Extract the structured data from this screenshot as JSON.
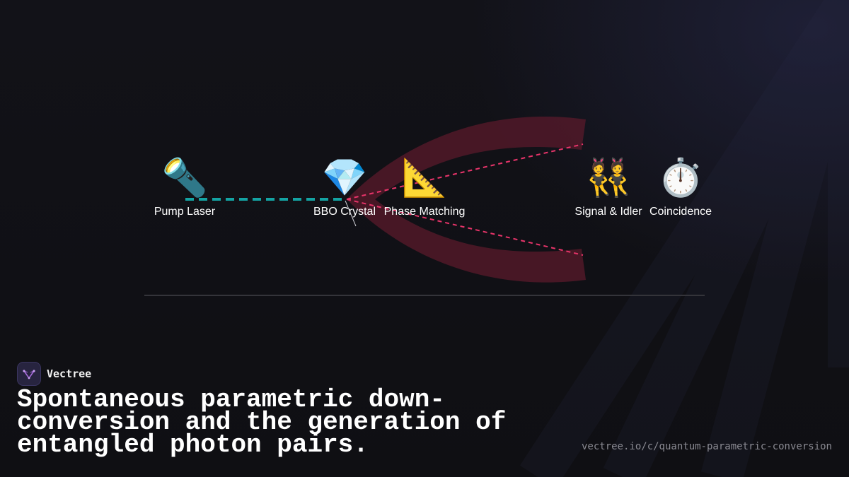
{
  "nodes": [
    {
      "id": "pump-laser",
      "emoji": "🔦",
      "label": "Pump Laser"
    },
    {
      "id": "bbo-crystal",
      "emoji": "💎",
      "label": "BBO Crystal"
    },
    {
      "id": "phase-matching",
      "emoji": "📐",
      "label": "Phase Matching"
    },
    {
      "id": "signal-idler",
      "emoji": "👯",
      "label": "Signal & Idler"
    },
    {
      "id": "coincidence",
      "emoji": "⏱️",
      "label": "Coincidence"
    }
  ],
  "colors": {
    "pump_beam": "#14a3a3",
    "photon_paths": "#e8346a",
    "cone": "#5a1a2b"
  },
  "brand": {
    "name": "Vectree"
  },
  "headline": "Spontaneous parametric down-conversion and the generation of entangled photon pairs.",
  "url": "vectree.io/c/quantum-parametric-conversion"
}
